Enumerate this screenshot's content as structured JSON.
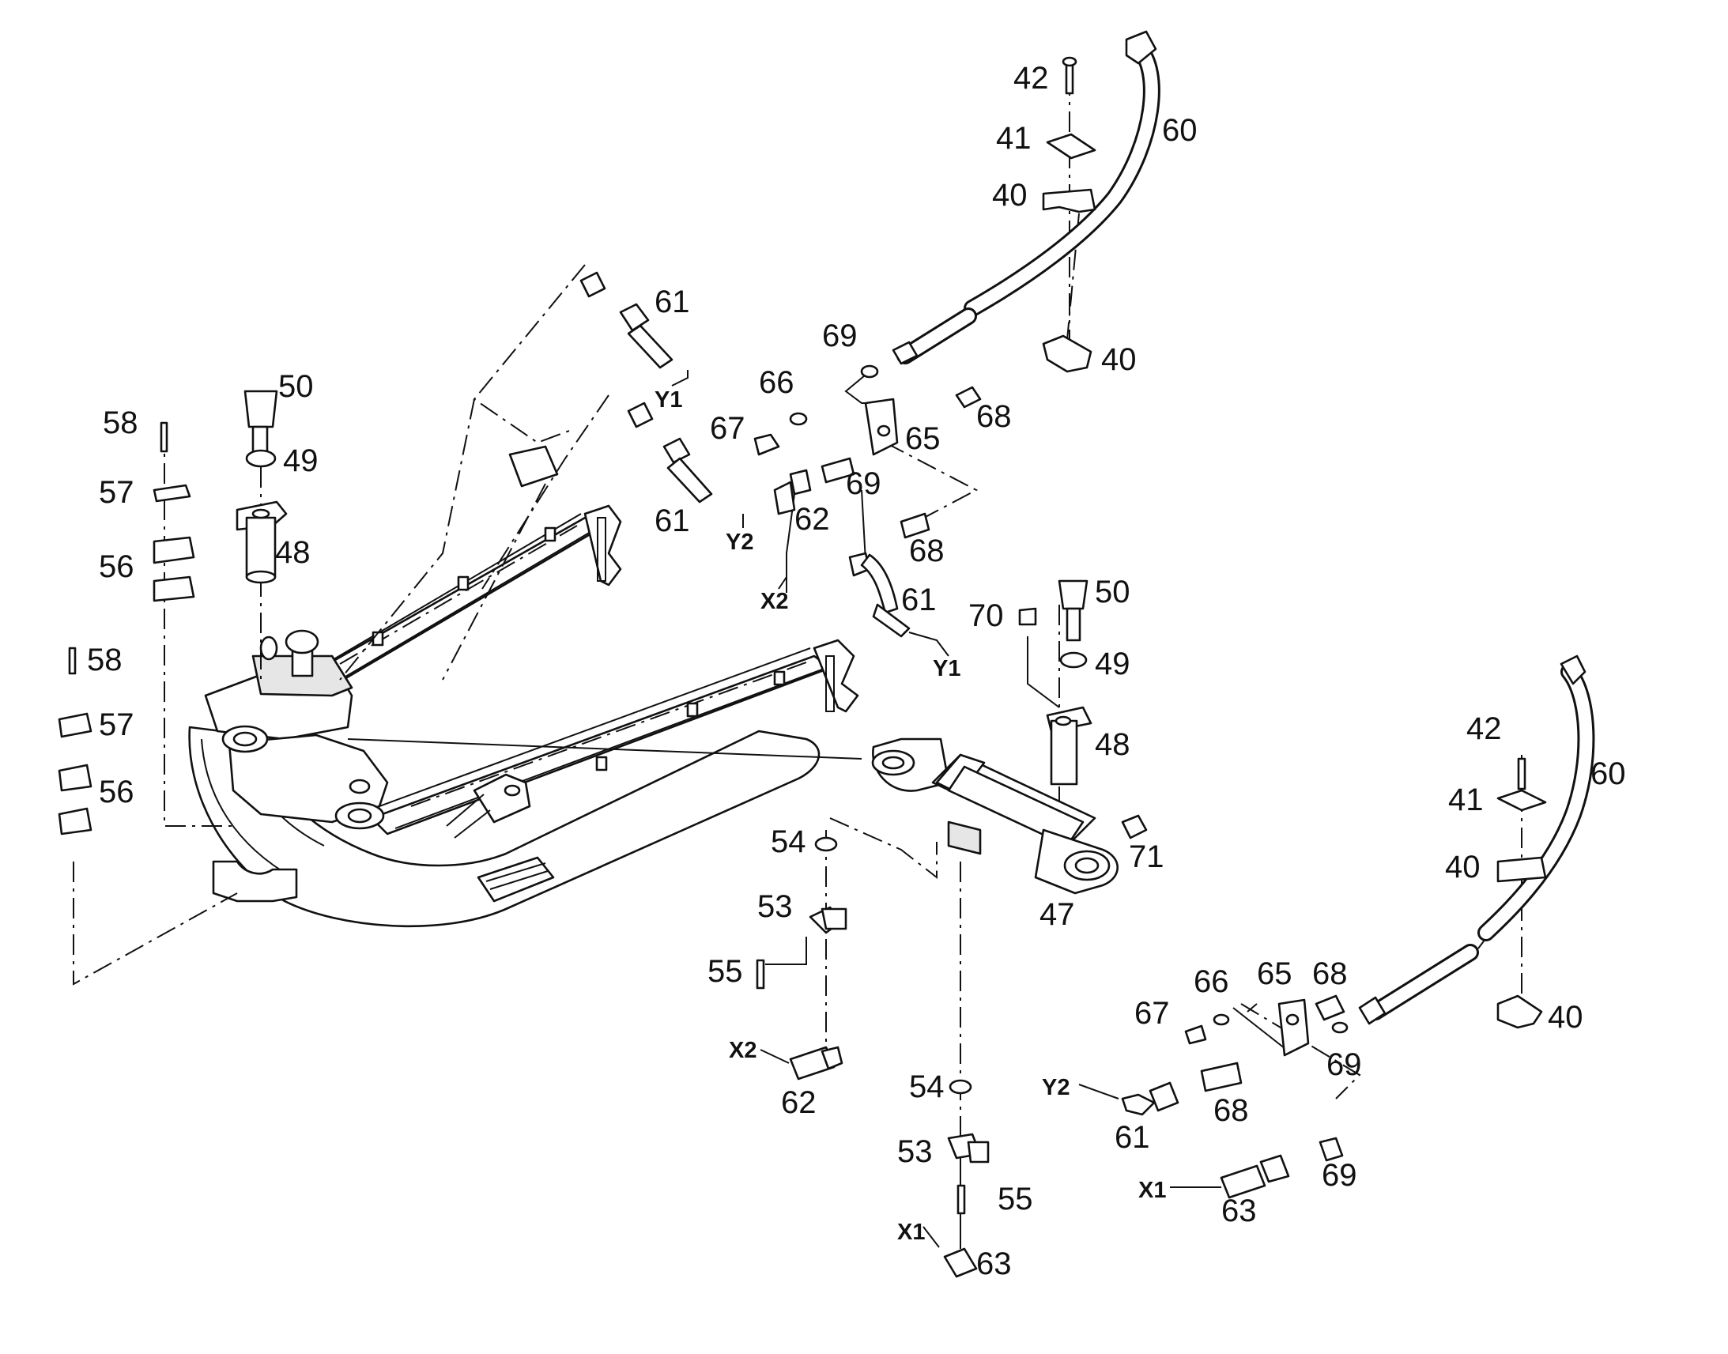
{
  "callouts": {
    "c42a": "42",
    "c41a": "41",
    "c40a": "40",
    "c60a": "60",
    "c40b": "40",
    "c61a": "61",
    "c69a": "69",
    "c66a": "66",
    "c67a": "67",
    "c65a": "65",
    "c68a": "68",
    "c69b": "69",
    "c62a": "62",
    "c61b": "61",
    "c68b": "68",
    "c61c": "61",
    "c50a": "50",
    "c49a": "49",
    "c48a": "48",
    "c58a": "58",
    "c57a": "57",
    "c56a": "56",
    "c58b": "58",
    "c57b": "57",
    "c56b": "56",
    "c70": "70",
    "c50b": "50",
    "c49b": "49",
    "c48b": "48",
    "c71": "71",
    "c47": "47",
    "c54a": "54",
    "c53a": "53",
    "c55a": "55",
    "c62b": "62",
    "c54b": "54",
    "c53b": "53",
    "c55b": "55",
    "c63a": "63",
    "c42b": "42",
    "c60b": "60",
    "c41b": "41",
    "c40c": "40",
    "c40d": "40",
    "c66b": "66",
    "c65b": "65",
    "c68c": "68",
    "c67b": "67",
    "c69c": "69",
    "c61d": "61",
    "c68d": "68",
    "c69d": "69",
    "c63b": "63"
  },
  "ports": {
    "y1a": "Y1",
    "y2a": "Y2",
    "x2a": "X2",
    "y1b": "Y1",
    "x2b": "X2",
    "x1a": "X1",
    "y2b": "Y2",
    "x1b": "X1"
  }
}
